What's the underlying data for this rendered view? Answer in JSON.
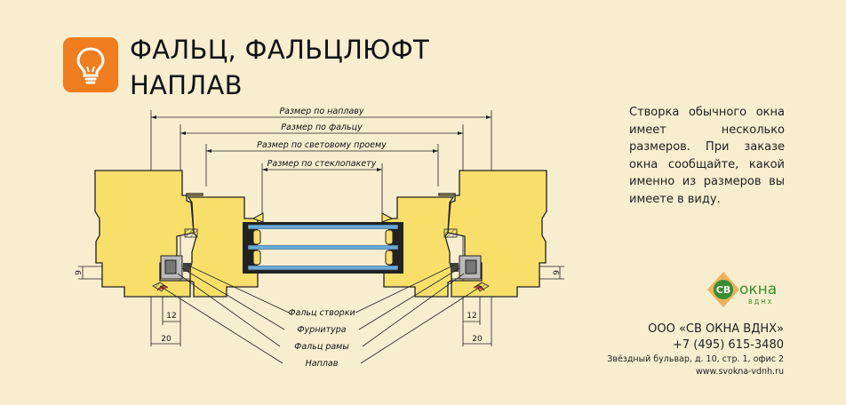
{
  "title": {
    "line1": "ФАЛЬЦ, ФАЛЬЦЛЮФТ",
    "line2": "НАПЛАВ"
  },
  "description": "Створка обычного окна имеет несколько размеров. При заказе окна сообщайте, какой именно из размеров вы имеете в виду.",
  "dimensions": {
    "overlap": "Размер по наплаву",
    "rebate": "Размер по фальцу",
    "light": "Размер по световому проему",
    "glass": "Размер по стеклопакету",
    "d9": "9",
    "d12": "12",
    "d20": "20"
  },
  "callouts": {
    "sash_rebate": "Фальц створки",
    "hardware": "Фурнитура",
    "frame_rebate": "Фальц рамы",
    "overlap": "Наплав"
  },
  "logo": {
    "mark": "СВ",
    "word": "окна",
    "sub": "ВДНХ"
  },
  "company": {
    "name": "ООО «СВ ОКНА ВДНХ»",
    "phone": "+7 (495) 615-3480",
    "address": "Звёздный бульвар, д. 10, стр. 1, офис 2",
    "website": "www.svokna-vdnh.ru"
  },
  "colors": {
    "accent": "#f07d1e",
    "wood": "#f7df6a",
    "glass": "#6aa9d6",
    "background": "#f7edcf"
  }
}
